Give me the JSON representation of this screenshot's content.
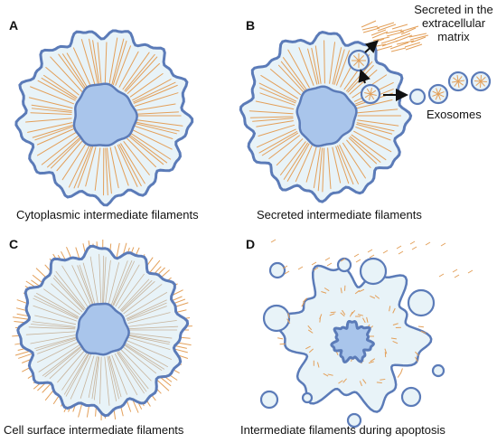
{
  "panels": {
    "a": {
      "letter": "A",
      "caption": "Cytoplasmic intermediate filaments"
    },
    "b": {
      "letter": "B",
      "caption": "Secreted intermediate filaments",
      "ecm_note": [
        "Secreted in the",
        "extracellular",
        "matrix"
      ],
      "exosome_note": "Exosomes"
    },
    "c": {
      "letter": "C",
      "caption": "Cell surface intermediate filaments"
    },
    "d": {
      "letter": "D",
      "caption": "Intermediate filaments during apoptosis"
    }
  },
  "colors": {
    "membrane": "#5b7bb8",
    "cytoplasm": "#e8f3f8",
    "nucleus_fill": "#a9c5eb",
    "filament": "#e3a05a",
    "surface_filament": "#c7b49c",
    "arrow": "#111111"
  }
}
